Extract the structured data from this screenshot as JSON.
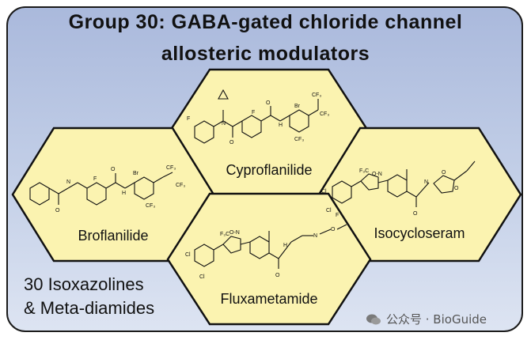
{
  "header": {
    "title_line1": "Group 30: GABA-gated chloride channel",
    "title_line2": "allosteric modulators"
  },
  "compounds": [
    {
      "id": "cyproflanilide",
      "name": "Cyproflanilide"
    },
    {
      "id": "broflanilide",
      "name": "Broflanilide"
    },
    {
      "id": "isocycloseram",
      "name": "Isocycloseram"
    },
    {
      "id": "fluxametamide",
      "name": "Fluxametamide"
    }
  ],
  "footer": {
    "line1": "30 Isoxazolines",
    "line2": "& Meta-diamides"
  },
  "watermark": {
    "text": "公众号 · BioGuide"
  },
  "colors": {
    "hex_fill": "#fbf3b0",
    "hex_stroke": "#111111",
    "panel_top": "#aab9dc",
    "panel_bottom": "#dde4f2"
  }
}
